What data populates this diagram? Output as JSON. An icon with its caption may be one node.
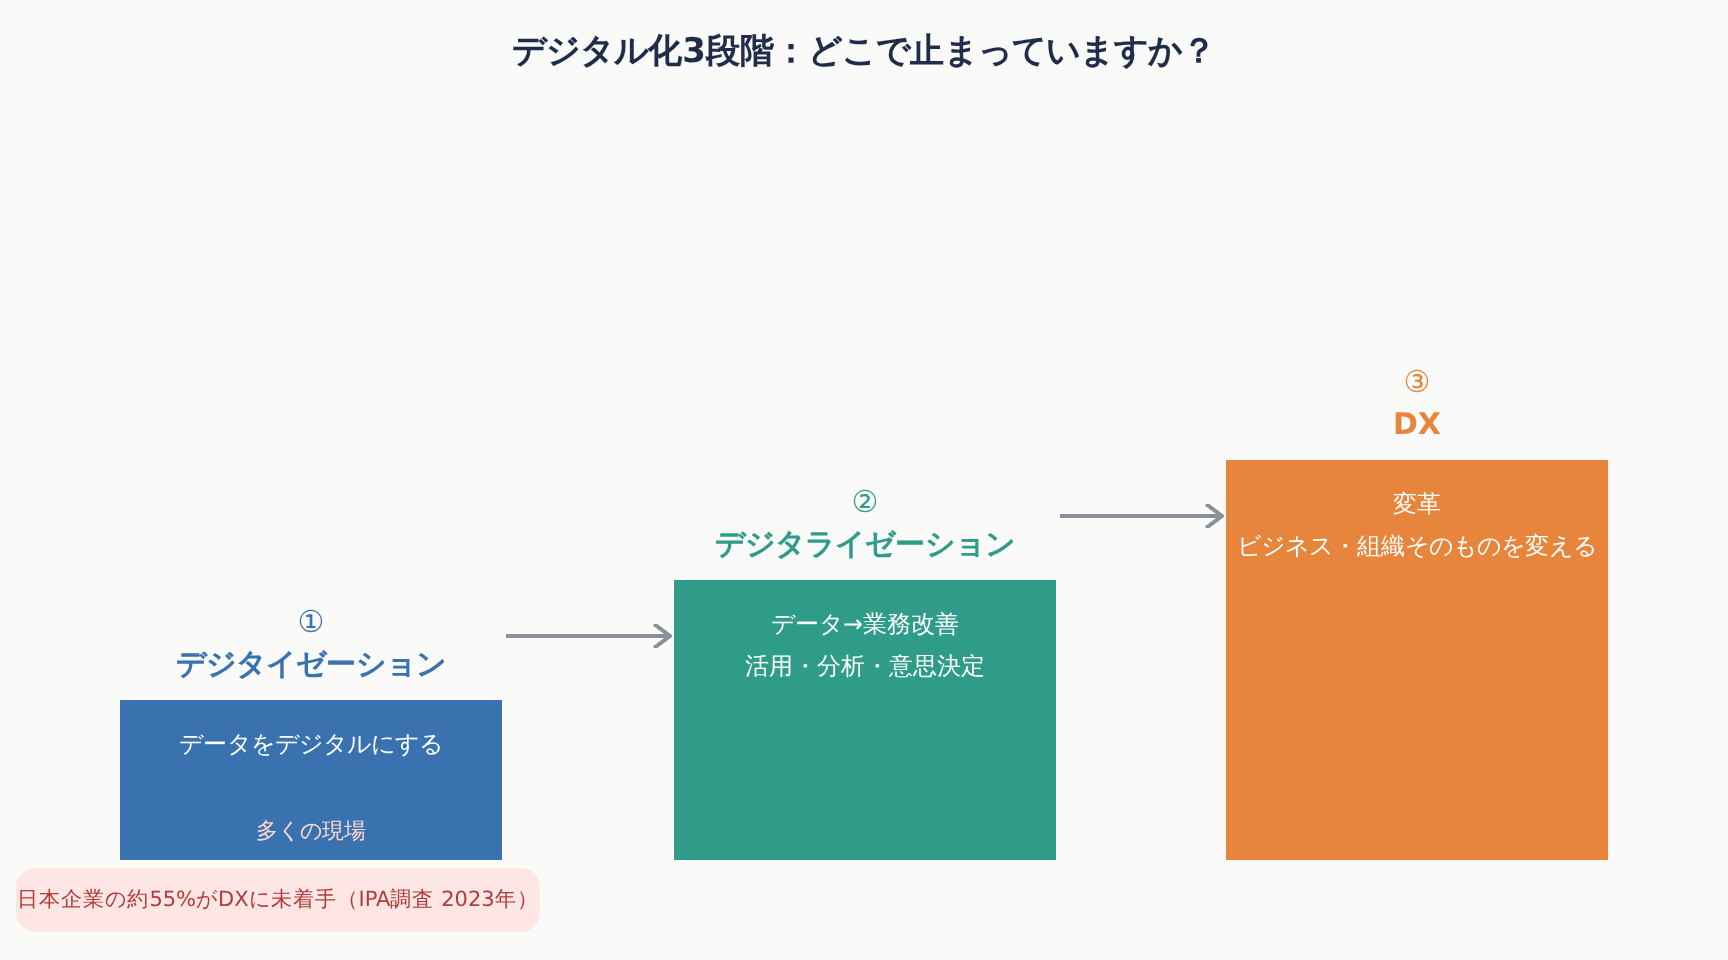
{
  "diagram": {
    "title": "デジタル化3段階：どこで止まっていますか？",
    "nodes": [
      {
        "text": [
          "①",
          "デジタイゼーション",
          "データをデジタルにする",
          "多くの現場"
        ]
      },
      {
        "text": [
          "②",
          "デジタライゼーション",
          "データ→業務改善",
          "活用・分析・意思決定"
        ]
      },
      {
        "text": [
          "③",
          "DX",
          "変革",
          "ビジネス・組織そのものを変える"
        ]
      },
      {
        "text": [
          "日本企業の約55%がDXに未着手（IPA調査 2023年）"
        ]
      }
    ],
    "edges": [
      {
        "from": 0,
        "to": 1,
        "arrow": "to"
      },
      {
        "from": 1,
        "to": 2,
        "arrow": "to"
      }
    ]
  }
}
